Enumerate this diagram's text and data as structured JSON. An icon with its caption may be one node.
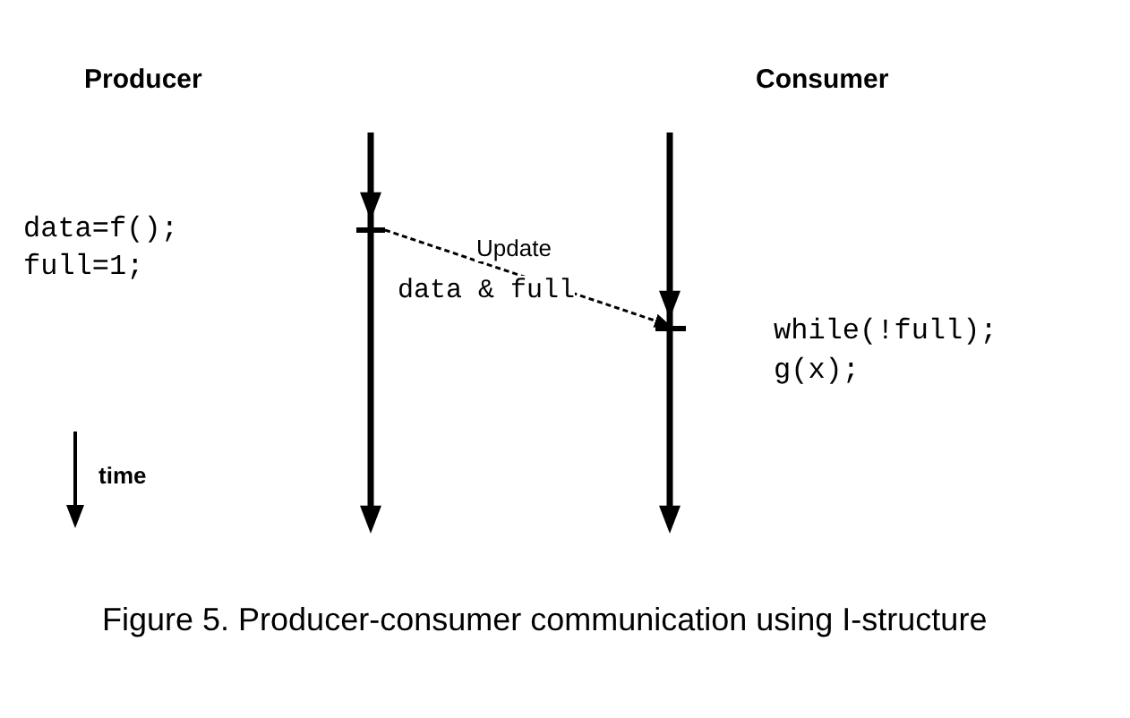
{
  "diagram": {
    "caption": "Figure 5. Producer-consumer communication using I-structure",
    "nodes": [
      {
        "text": [
          "Producer"
        ]
      },
      {
        "text": [
          "Consumer"
        ]
      },
      {
        "text": [],
        "shape": "bar"
      },
      {
        "text": [],
        "shape": "bar"
      }
    ],
    "edges": [
      {
        "from": 2,
        "to": 3,
        "arrow": "to",
        "style": "dashed",
        "label": "Update"
      }
    ],
    "labels": [
      "data=f();",
      "full=1;",
      "data & full",
      "while(!full);",
      "g(x);",
      "time"
    ]
  }
}
